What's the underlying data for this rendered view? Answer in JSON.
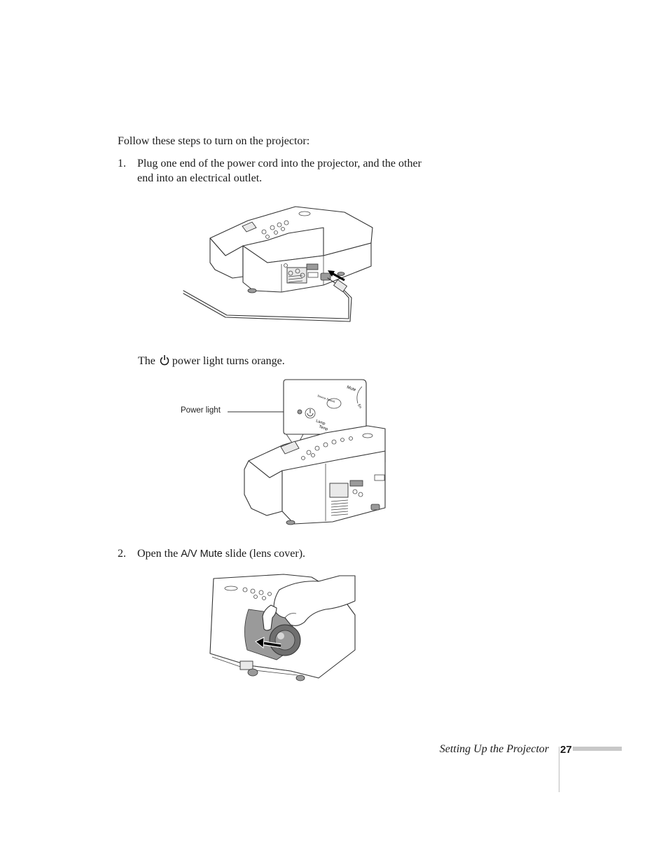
{
  "intro": "Follow these steps to turn on the projector:",
  "steps": [
    {
      "number": "1.",
      "line1": "Plug one end of the power cord into the projector, and the other",
      "line2": "end into an electrical outlet."
    },
    {
      "number": "2.",
      "before": "Open the",
      "ui_term": "A/V Mute",
      "after": "slide (lens cover)."
    }
  ],
  "power_note": {
    "before": "The",
    "icon": "power-icon",
    "after": "power light turns orange."
  },
  "figure2": {
    "callout": "Power light",
    "panel_labels": [
      "Mute",
      "Lamp",
      "Temp",
      "Source Search",
      "En"
    ]
  },
  "footer": {
    "section_title": "Setting Up the Projector",
    "page_number": "27"
  }
}
